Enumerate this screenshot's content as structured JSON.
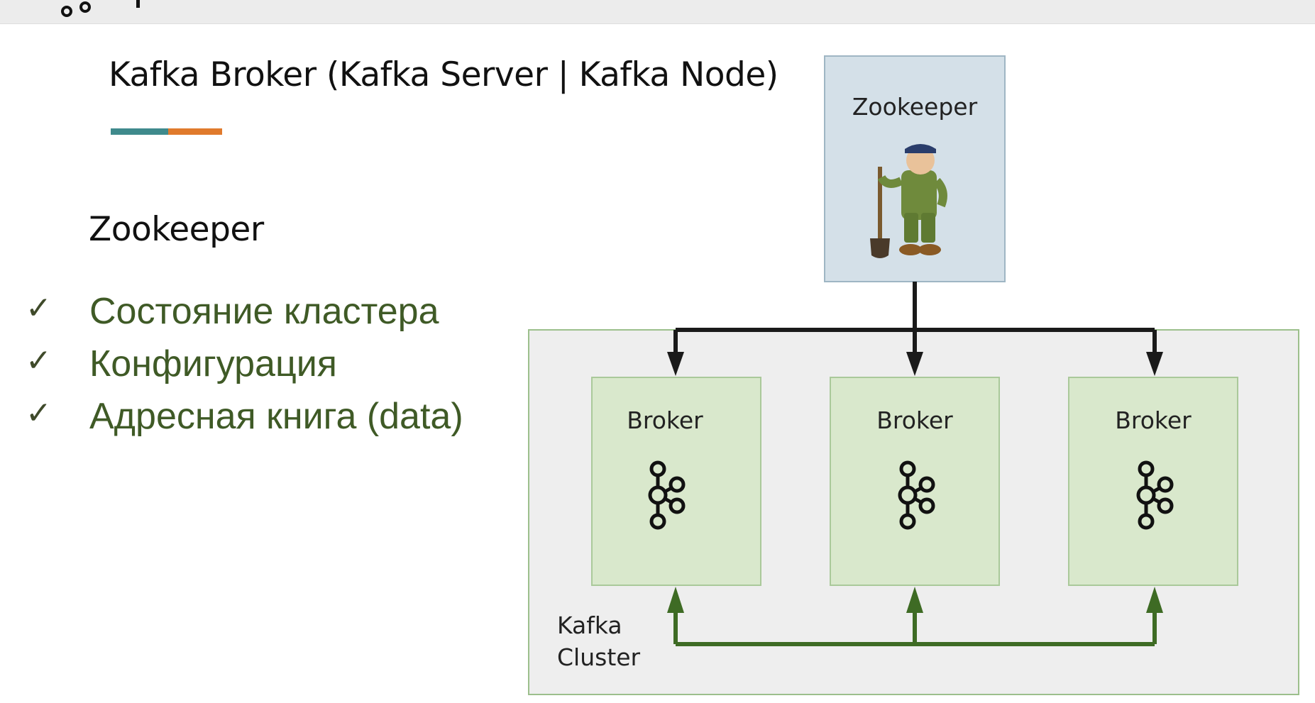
{
  "slide": {
    "title": "Kafka Broker (Kafka Server | Kafka Node)",
    "accent_colors": {
      "teal": "#3f8a8c",
      "orange": "#e07a2c"
    }
  },
  "content": {
    "heading": "Zookeeper",
    "checklist": [
      {
        "mark": "✓",
        "text": "Состояние кластера"
      },
      {
        "mark": "✓",
        "text": "Конфигурация"
      },
      {
        "mark": "✓",
        "text": "Адресная книга (data)"
      }
    ]
  },
  "diagram": {
    "zookeeper": {
      "label": "Zookeeper",
      "fill": "#d4e0e8",
      "stroke": "#9fb6c4"
    },
    "cluster": {
      "label_line1": "Kafka",
      "label_line2": "Cluster",
      "fill": "#eeeeee",
      "stroke": "#9cbf8c"
    },
    "brokers": [
      {
        "label": "Broker",
        "icon": "kafka-logo-icon"
      },
      {
        "label": "Broker",
        "icon": "kafka-logo-icon"
      },
      {
        "label": "Broker",
        "icon": "kafka-logo-icon"
      }
    ],
    "broker_fill": "#d9e8cc",
    "broker_stroke": "#aac99a",
    "arrow_black": "#1a1a1a",
    "arrow_green": "#3e6b24"
  }
}
